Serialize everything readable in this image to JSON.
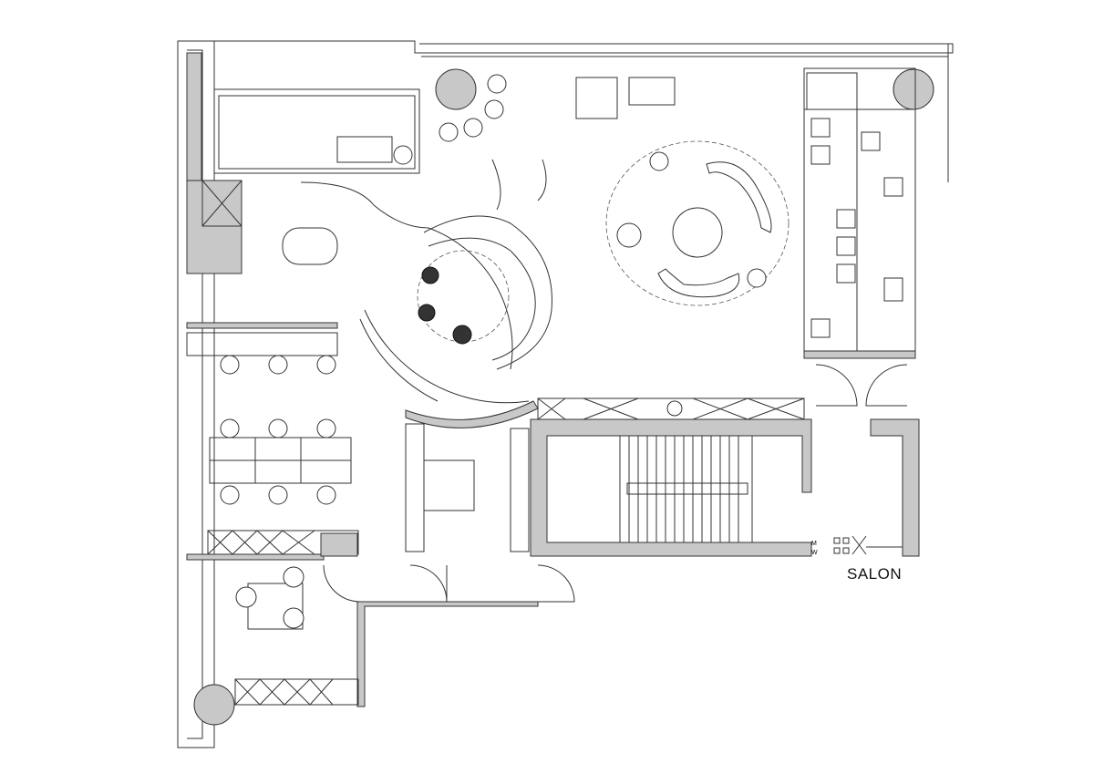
{
  "plan": {
    "room_label": "SALON",
    "restroom_labels": [
      "M",
      "W"
    ]
  },
  "colors": {
    "wall_fill": "#c8c8c8",
    "line": "#333333"
  }
}
